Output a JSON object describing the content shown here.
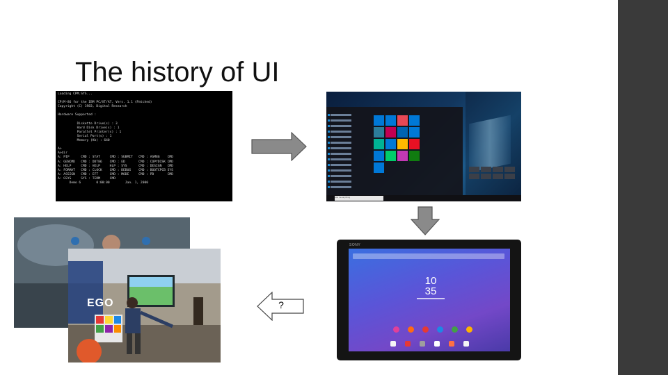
{
  "slide": {
    "title": "The history of UI",
    "question_mark": "?"
  },
  "dos": {
    "lines": [
      "Loading CPM.SYS...",
      "",
      "CP/M-86 for the IBM PC/XT/AT, Vers. 1.1 (Patched)",
      "Copyright (C) 1983, Digital Research",
      "",
      "Hardware Supported :",
      "",
      "          Diskette Drive(s) : 3",
      "          Hard Disk Drive(s) : 1",
      "          Parallel Printer(s) : 1",
      "          Serial Port(s) : 1",
      "          Memory (Kb) : 640",
      "",
      "A>",
      "A>dir",
      "A: PIP      CMD : STAT     CMD : SUBMIT   CMD : ASM86    CMD",
      "A: GENCMD   CMD : DDT86    CMD : ED       CMD : COPYDISK CMD",
      "A: HELP     CMD : HELP     HLP : SYS      CMD : DESIGN   CMD",
      "A: FORMAT   CMD : CLOCK    CMD : DEBUG    CMD : BOOTCPCB SYS",
      "A: ASSIGN   CMD : EFT      CMD : MODE     CMD : PD       CMD",
      "A: GSYS     SYS : TERM     CMD",
      "      Demo 6        0:00:00        Jan. 1, 2000"
    ]
  },
  "windows": {
    "search_placeholder": "Ask me anything",
    "tile_colors": [
      "#0078d7",
      "#0078d7",
      "#e74856",
      "#0078d7",
      "#2d7d9a",
      "#c30052",
      "#0063b1",
      "#0078d7",
      "#00b294",
      "#0078d7",
      "#ffb900",
      "#e81123",
      "#0078d7",
      "#00cc6a",
      "#c239b3",
      "#107c10",
      "#0078d7"
    ]
  },
  "tablet": {
    "brand": "SONY",
    "clock_hour": "10",
    "clock_minute": "35",
    "app_colors": [
      "#e0409a",
      "#ff6a13",
      "#e53935",
      "#1e88e5",
      "#43a047",
      "#ffb300"
    ],
    "dock_colors": [
      "#f5f5f5",
      "#e53935",
      "#9e9e9e",
      "#ffffff",
      "#ff7043",
      "#f5f5f5"
    ]
  },
  "photos": {
    "ego_text": "EGO"
  }
}
